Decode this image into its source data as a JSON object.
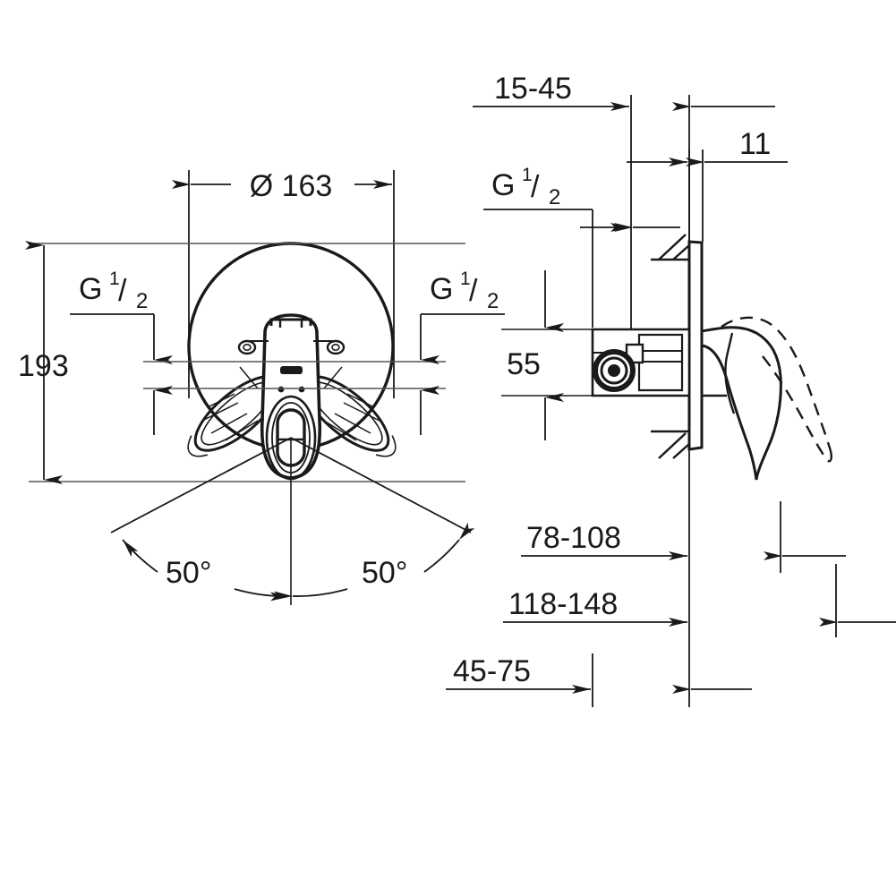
{
  "drawing": {
    "title": "Concealed single-lever mixer installation drawing",
    "line_color": "#1a1a1a",
    "thin_line_color": "#555555",
    "background": "#ffffff"
  },
  "front_view": {
    "name": "front-view",
    "diameter_label": "Ø 163",
    "height_label": "193",
    "inlet_left_label": {
      "prefix": "G",
      "numerator": "1",
      "slash": "/",
      "denominator": "2"
    },
    "inlet_right_label": {
      "prefix": "G",
      "numerator": "1",
      "slash": "/",
      "denominator": "2"
    },
    "angle_left_label": "50°",
    "angle_right_label": "50°"
  },
  "side_view": {
    "name": "side-view",
    "depth_label": "15-45",
    "plate_thickness_label": "11",
    "inlet_label": {
      "prefix": "G",
      "numerator": "1",
      "slash": "/",
      "denominator": "2"
    },
    "center_height_label": "55",
    "reach_label": "78-108",
    "reach_open_label": "118-148",
    "body_depth_label": "45-75"
  },
  "labels": [
    "Ø 163",
    "193",
    "50°",
    "50°",
    "15-45",
    "11",
    "55",
    "78-108",
    "118-148",
    "45-75",
    "G 1/2"
  ]
}
